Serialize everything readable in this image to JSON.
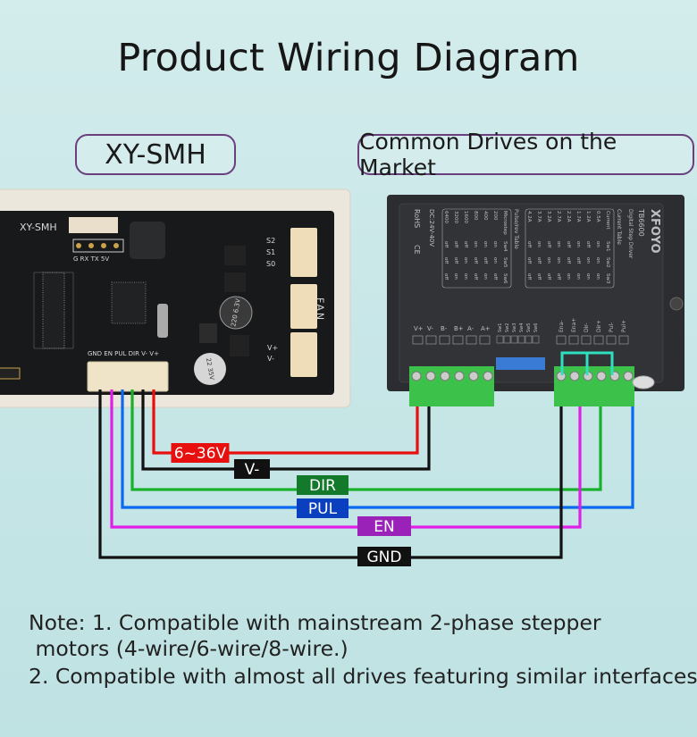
{
  "title": "Product Wiring Diagram",
  "left_label": "XY-SMH",
  "right_label": "Common Drives on the Market",
  "board": {
    "name": "XY-SMH",
    "uart_pins": [
      "G",
      "RX",
      "TX",
      "5V"
    ],
    "sensor_pins": [
      "S2",
      "S1",
      "S0"
    ],
    "fan_label": "FAN",
    "power_pins": [
      "V+",
      "V-"
    ],
    "cap1": "220 6.3V",
    "cap2": "22 35V",
    "connector_pins": "GND EN PUL DIR V- V+"
  },
  "drive": {
    "brand": "XFOYO",
    "model": "TB6600",
    "subtitle": "Digital Step Driver",
    "voltage": "DC:24V-40V",
    "rohs": "RoHS",
    "ce": "CE",
    "current_table_title": "Current Table",
    "current_table": {
      "headers": [
        "Current",
        "Sw1",
        "Sw2",
        "Sw3"
      ],
      "rows": [
        [
          "0.5A",
          "on",
          "on",
          "on"
        ],
        [
          "1.2A",
          "off",
          "on",
          "on"
        ],
        [
          "1.7A",
          "on",
          "off",
          "on"
        ],
        [
          "2.2A",
          "off",
          "off",
          "on"
        ],
        [
          "2.7A",
          "on",
          "on",
          "off"
        ],
        [
          "3.2A",
          "off",
          "on",
          "off"
        ],
        [
          "3.7A",
          "on",
          "off",
          "off"
        ],
        [
          "4.2A",
          "off",
          "off",
          "off"
        ]
      ]
    },
    "pulse_table_title": "Pulse/rev Table",
    "pulse_table": {
      "headers": [
        "Microstep",
        "Sw4",
        "Sw5",
        "Sw6"
      ],
      "rows": [
        [
          "200",
          "on",
          "on",
          "off"
        ],
        [
          "400",
          "on",
          "off",
          "on"
        ],
        [
          "800",
          "on",
          "off",
          "off"
        ],
        [
          "1600",
          "off",
          "on",
          "on"
        ],
        [
          "3200",
          "off",
          "off",
          "on"
        ],
        [
          "6400",
          "off",
          "off",
          "off"
        ]
      ]
    },
    "power_terminals": [
      "V+",
      "V-",
      "B-",
      "B+",
      "A-",
      "A+"
    ],
    "switch_labels": [
      "Sw1",
      "Sw2",
      "Sw3",
      "Sw4",
      "Sw5",
      "Sw6"
    ],
    "signal_terminals": [
      "Ena-",
      "Ena+",
      "Dir-",
      "Dir+",
      "Pul-",
      "Pul+"
    ]
  },
  "wires": [
    {
      "label": "6~36V",
      "color": "#e8100f",
      "label_bg": "#e8100f"
    },
    {
      "label": "V-",
      "color": "#111111",
      "label_bg": "#111111"
    },
    {
      "label": "DIR",
      "color": "#19b02c",
      "label_bg": "#127a2a"
    },
    {
      "label": "PUL",
      "color": "#0a6af0",
      "label_bg": "#0a3fc0"
    },
    {
      "label": "EN",
      "color": "#e020e8",
      "label_bg": "#9a22b8"
    },
    {
      "label": "GND",
      "color": "#111111",
      "label_bg": "#111111"
    }
  ],
  "notes": [
    "Note: 1. Compatible with mainstream 2-phase stepper",
    " motors (4-wire/6-wire/8-wire.)",
    "2. Compatible with almost all drives featuring similar interfaces."
  ],
  "colors": {
    "frame": "#6b3f7e",
    "jumper": "#2fe0c0",
    "terminal": "#3cc24a"
  }
}
